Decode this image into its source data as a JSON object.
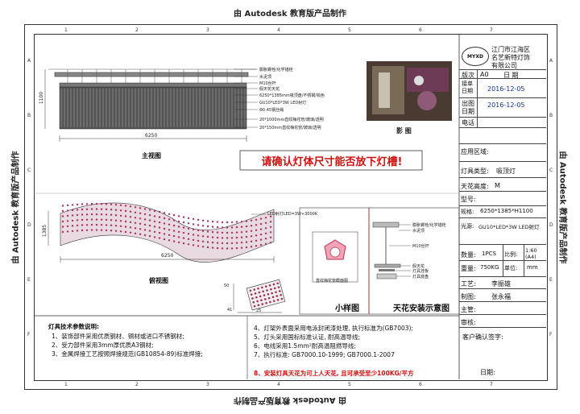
{
  "watermark": "由 Autodesk 教育版产品制作",
  "zones_top": [
    "1",
    "2",
    "3",
    "4",
    "5",
    "6",
    "7"
  ],
  "zones_side": [
    "A",
    "B",
    "C",
    "D",
    "E",
    "F"
  ],
  "front_view": {
    "caption": "主视图",
    "height_dim": "1100",
    "width_dim": "6250",
    "callouts": [
      "膨胀螺栓/化学锚栓",
      "水泥顶",
      "M10丝杆",
      "假天花天花",
      "6250*1385mm吸顶盘/不锈钢/钨色",
      "GU10*LED*3W LED射灯",
      "Φ0.45钢丝绳",
      "20*1000mm直纹梅花管/玻璃/透明",
      "20*150mm直纹梅花管/玻璃/透明"
    ]
  },
  "photo_caption": "影 图",
  "notice": "请确认灯体尺寸能否放下灯槽!",
  "top_view": {
    "caption": "俯视图",
    "led_note": "LED射灯LED=3W+3000K",
    "depth_dim": "1385",
    "width_dim": "6250"
  },
  "tube_section": {
    "label": "直纹梅花管截面图"
  },
  "detail": {
    "dim_a": "50",
    "dim_b": "41",
    "dim_c": "25"
  },
  "sample_caption": "小样图",
  "install": {
    "caption": "天花安装示意图",
    "labels": [
      "膨胀螺栓/化学锚栓",
      "水泥顶",
      "M10丝杆",
      "假天花",
      "灯具挂板",
      "灯具底盘"
    ]
  },
  "tech": {
    "heading": "灯具技术参数说明:",
    "left": [
      "1、装饰部件采用优质钢材、铜材或进口不锈钢材;",
      "2、受力部件采用3mm厚优质A3钢材;",
      "3、金属焊接工艺按照焊接规范(GB10854-89)标准焊接;"
    ],
    "right": [
      "4、灯架外表面采用电泳封闭漆处理, 执行标准为(GB7003);",
      "5、灯头采用国标标准认证, 耐高温导线;",
      "6、电线采用1.5mm²耐高温阻燃导线;",
      "7、执行标准: GB7000.10-1999; GB7000.1-2007"
    ],
    "warning": "8、安装灯具天花为可上人天花, 且可承受至少100KG/平方"
  },
  "titleblock": {
    "logo": "MYXD",
    "company": [
      "江门市江海区",
      "名艺新特灯饰",
      "有限公司"
    ],
    "version_label": "版次",
    "version": "A0",
    "date_label": "日 期",
    "rows": [
      {
        "label": "接单\n日期",
        "value": "2016-12-05"
      },
      {
        "label": "出图",
        "value": "2016-12-05"
      },
      {
        "label": "日期",
        "value": ""
      },
      {
        "label": "电话",
        "value": ""
      }
    ],
    "area_label": "应用区域:",
    "type_label": "灯具类型:",
    "type_value": "吸顶灯",
    "height_label": "天花高度:",
    "height_value": "M",
    "model_label": "型号:",
    "size_label": "规格:",
    "size_value": "6250*1385*H1100",
    "light_label": "光源:",
    "light_value": "GU10*LED*3W LED射灯",
    "qty_label": "数量:",
    "qty_value": "1PCS",
    "ratio_label": "比例:",
    "ratio_value": "1:60",
    "ratio_sub": "(A4)",
    "weight_label": "重量:",
    "weight_value": "750KG",
    "unit_label": "单位:",
    "unit_value": "mm",
    "craft_label": "工艺:",
    "craft_value": "李振雄",
    "design_label": "制图:",
    "design_value": "张永福",
    "manager_label": "主管:",
    "check_label": "审核:",
    "sign_label": "客户确认签字:",
    "sign_date_label": "日期:"
  }
}
